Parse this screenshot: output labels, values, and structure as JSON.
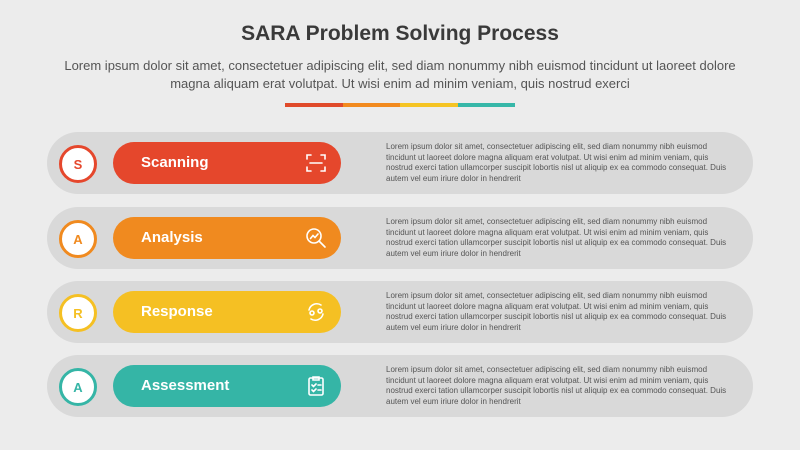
{
  "title": "SARA Problem Solving Process",
  "subtitle": "Lorem ipsum dolor sit amet, consectetuer adipiscing elit, sed diam nonummy nibh euismod tincidunt ut laoreet dolore magna aliquam erat volutpat. Ut wisi enim ad minim veniam, quis nostrud exerci",
  "divider_colors": [
    "#e04a2a",
    "#f28a1e",
    "#f5c423",
    "#36b7a8"
  ],
  "steps": [
    {
      "letter": "S",
      "label": "Scanning",
      "color": "#e5472c",
      "icon": "scan-icon",
      "description": "Lorem ipsum dolor sit amet, consectetuer adipiscing elit, sed diam nonummy nibh euismod tincidunt ut laoreet dolore magna aliquam erat volutpat. Ut wisi enim ad minim veniam, quis nostrud exerci tation ullamcorper suscipit lobortis nisl ut aliquip ex ea commodo consequat. Duis autem vel eum iriure dolor in hendrerit"
    },
    {
      "letter": "A",
      "label": "Analysis",
      "color": "#f08a1f",
      "icon": "magnifier-chart-icon",
      "description": "Lorem ipsum dolor sit amet, consectetuer adipiscing elit, sed diam nonummy nibh euismod tincidunt ut laoreet dolore magna aliquam erat volutpat. Ut wisi enim ad minim veniam, quis nostrud exerci tation ullamcorper suscipit lobortis nisl ut aliquip ex ea commodo consequat. Duis autem vel eum iriure dolor in hendrerit"
    },
    {
      "letter": "R",
      "label": "Response",
      "color": "#f5c023",
      "icon": "cycle-people-icon",
      "description": "Lorem ipsum dolor sit amet, consectetuer adipiscing elit, sed diam nonummy nibh euismod tincidunt ut laoreet dolore magna aliquam erat volutpat. Ut wisi enim ad minim veniam, quis nostrud exerci tation ullamcorper suscipit lobortis nisl ut aliquip ex ea commodo consequat. Duis autem vel eum iriure dolor in hendrerit"
    },
    {
      "letter": "A",
      "label": "Assessment",
      "color": "#35b5a6",
      "icon": "clipboard-check-icon",
      "description": "Lorem ipsum dolor sit amet, consectetuer adipiscing elit, sed diam nonummy nibh euismod tincidunt ut laoreet dolore magna aliquam erat volutpat. Ut wisi enim ad minim veniam, quis nostrud exerci tation ullamcorper suscipit lobortis nisl ut aliquip ex ea commodo consequat. Duis autem vel eum iriure dolor in hendrerit"
    }
  ]
}
